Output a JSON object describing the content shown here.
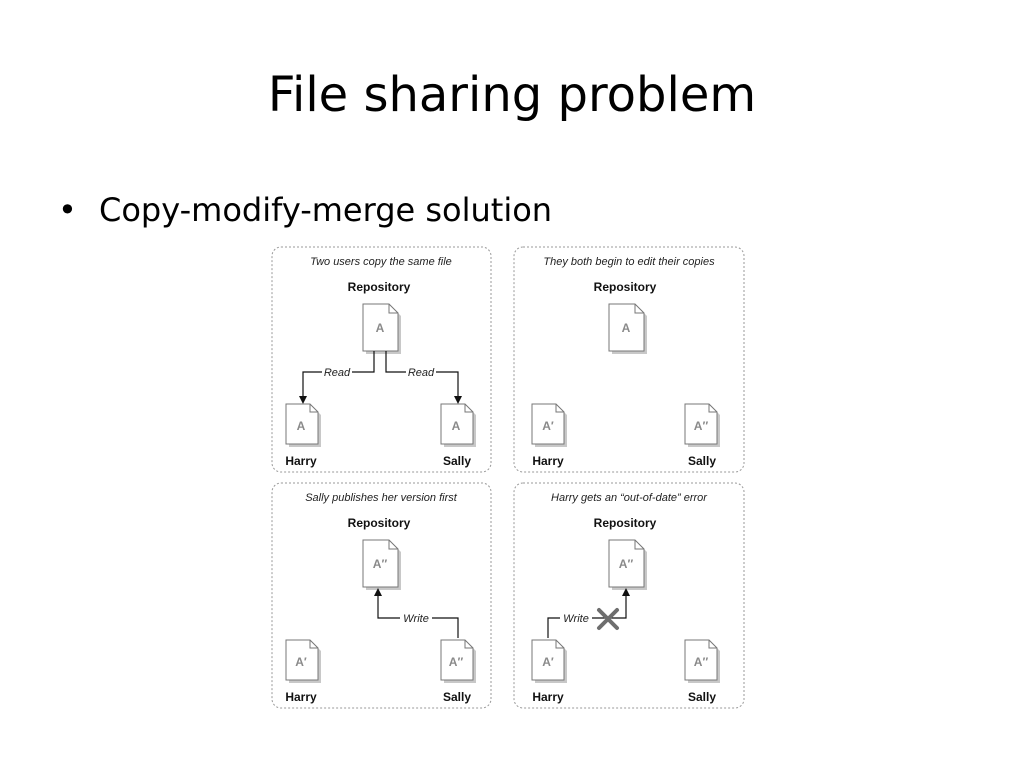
{
  "slide": {
    "title": "File sharing problem",
    "bullet_marker": "•",
    "bullet_text": "Copy-modify-merge solution"
  },
  "diagram": {
    "panels": [
      {
        "caption": "Two users copy the same file",
        "repository_label": "Repository",
        "repository_doc": "A",
        "harry_label": "Harry",
        "harry_doc": "A",
        "sally_label": "Sally",
        "sally_doc": "A",
        "arrows": [
          {
            "label": "Read",
            "from": "Repository",
            "to": "Harry"
          },
          {
            "label": "Read",
            "from": "Repository",
            "to": "Sally"
          }
        ]
      },
      {
        "caption": "They both begin to edit their copies",
        "repository_label": "Repository",
        "repository_doc": "A",
        "harry_label": "Harry",
        "harry_doc": "A′",
        "sally_label": "Sally",
        "sally_doc": "A″",
        "arrows": []
      },
      {
        "caption": "Sally publishes her version first",
        "repository_label": "Repository",
        "repository_doc": "A″",
        "harry_label": "Harry",
        "harry_doc": "A′",
        "sally_label": "Sally",
        "sally_doc": "A″",
        "arrows": [
          {
            "label": "Write",
            "from": "Sally",
            "to": "Repository"
          }
        ]
      },
      {
        "caption": "Harry gets an “out-of-date” error",
        "repository_label": "Repository",
        "repository_doc": "A″",
        "harry_label": "Harry",
        "harry_doc": "A′",
        "sally_label": "Sally",
        "sally_doc": "A″",
        "arrows": [
          {
            "label": "Write",
            "from": "Harry",
            "to": "Repository",
            "blocked": true
          }
        ]
      }
    ],
    "colors": {
      "panel_border": "#9a9a9a",
      "doc_fill": "#ffffff",
      "doc_stroke": "#777777",
      "doc_shadow": "#c8c8c8",
      "error_x": "#6e6e6e"
    },
    "icons": {
      "document": "document-icon",
      "error": "x-mark-icon"
    }
  }
}
